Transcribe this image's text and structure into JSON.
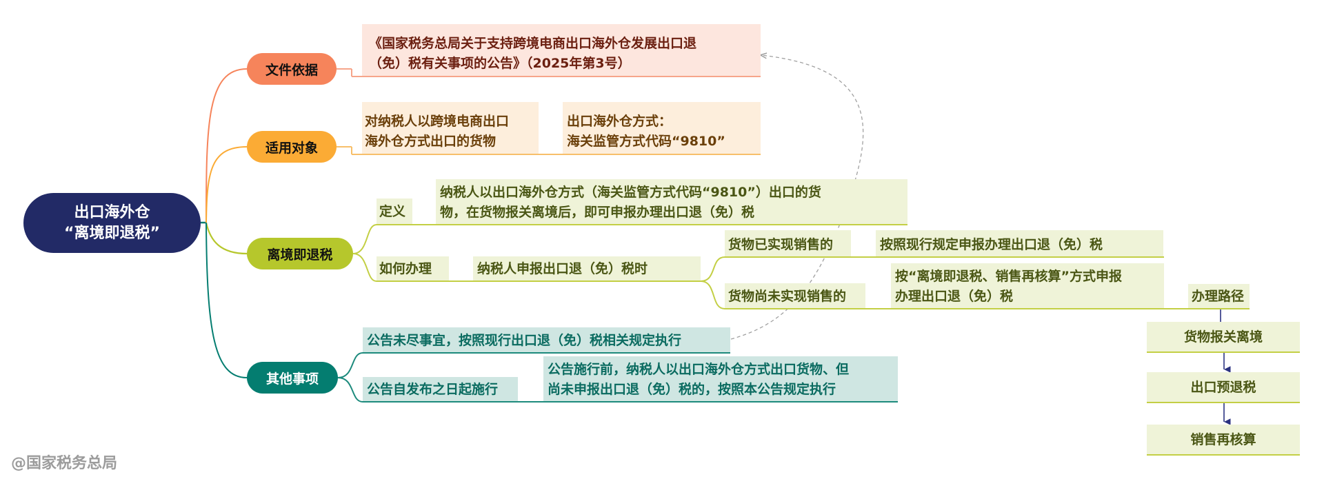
{
  "root": {
    "line1": "出口海外仓",
    "line2": "“离境即退税”"
  },
  "branches": {
    "basis": {
      "label": "文件依据",
      "color": "#f6845b",
      "document": {
        "line1": "《国家税务总局关于支持跨境电商出口海外仓发展出口退",
        "line2": "（免）税有关事项的公告》（2025年第3号）"
      }
    },
    "scope": {
      "label": "适用对象",
      "color": "#fbab35",
      "target": {
        "line1": "对纳税人以跨境电商出口",
        "line2": "海外仓方式出口的货物"
      },
      "mode": {
        "line1": "出口海外仓方式：",
        "line2": "海关监管方式代码“9810”"
      }
    },
    "refund": {
      "label": "离境即退税",
      "color": "#b6c72c",
      "definition": {
        "label": "定义",
        "line1": "纳税人以出口海外仓方式（海关监管方式代码“9810”）出口的货",
        "line2": "物，在货物报关离境后，即可申报办理出口退（免）税"
      },
      "how": {
        "label": "如何办理",
        "condition": "纳税人申报出口退（免）税时",
        "cases": [
          {
            "label": "货物已实现销售的",
            "action": "按照现行规定申报办理出口退（免）税"
          },
          {
            "label": "货物尚未实现销售的",
            "action_line1": "按“离境即退税、销售再核算”方式申报",
            "action_line2": "办理出口退（免）税",
            "path_label": "办理路径",
            "path_steps": [
              "货物报关离境",
              "出口预退税",
              "销售再核算"
            ]
          }
        ]
      }
    },
    "other": {
      "label": "其他事项",
      "color": "#047d70",
      "item1": "公告未尽事宜，按照现行出口退（免）税相关规定执行",
      "item2": "公告自发布之日起施行",
      "item2_detail": {
        "line1": "公告施行前，纳税人以出口海外仓方式出口货物、但",
        "line2": "尚未申报出口退（免）税的，按照本公告规定执行"
      }
    }
  },
  "watermark": "@国家税务总局",
  "colors": {
    "root": "#222a66",
    "path_arrow": "#2b3280",
    "dashed_link": "#a0a0a0"
  }
}
